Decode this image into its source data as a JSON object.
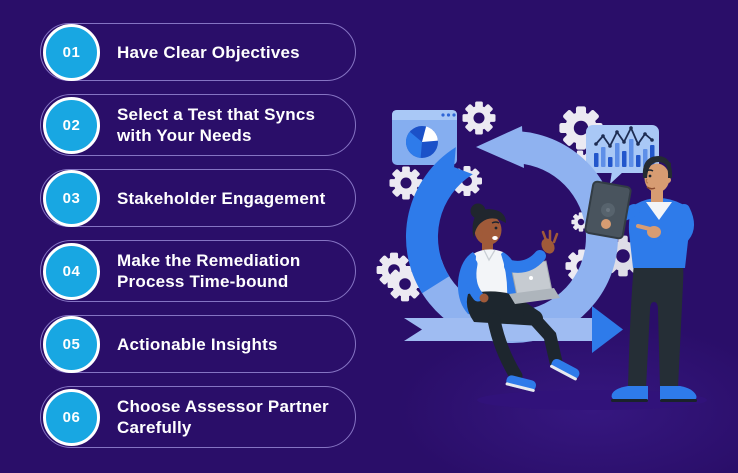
{
  "steps": [
    {
      "number": "01",
      "label": "Have Clear Objectives"
    },
    {
      "number": "02",
      "label": "Select a Test that Syncs\nwith Your Needs"
    },
    {
      "number": "03",
      "label": "Stakeholder Engagement"
    },
    {
      "number": "04",
      "label": "Make the Remediation\nProcess Time-bound"
    },
    {
      "number": "05",
      "label": "Actionable Insights"
    },
    {
      "number": "06",
      "label": "Choose Assessor Partner\nCarefully"
    }
  ],
  "colors": {
    "background": "#2A0E69",
    "badge_fill": "#18A7E2",
    "badge_ring": "#FFFFFF",
    "pill_border": "#A496E2",
    "text": "#FFFFFF",
    "accent_blue": "#2E7BEA",
    "ring_light_blue": "#8FB2F0",
    "arrow_pale_blue": "#9FBCF2",
    "panel_blue": "#A9C8F6",
    "gear_white": "#ECEAF2"
  },
  "icons": [
    "gear-icon",
    "pie-chart-window-icon",
    "bar-line-chart-bubble-icon",
    "cycle-arrow-icon",
    "forward-arrow-icon",
    "laptop-icon",
    "tablet-icon"
  ],
  "chart_data": {
    "type": "bar",
    "note": "decorative mini bar+line chart inside speech bubble",
    "values": [
      14,
      20,
      10,
      24,
      16,
      28,
      12,
      18,
      22
    ]
  }
}
